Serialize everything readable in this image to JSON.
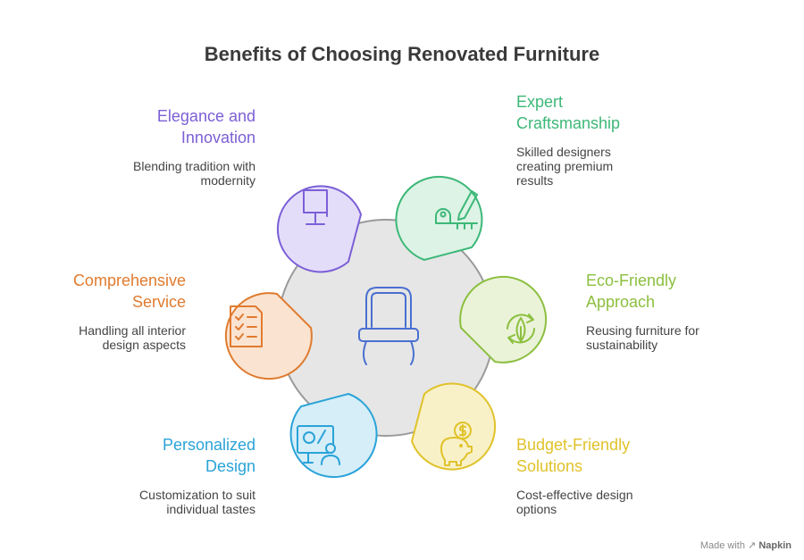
{
  "title": "Benefits of Choosing Renovated Furniture",
  "center": {
    "icon": "chair-icon"
  },
  "benefits": [
    {
      "id": "elegance",
      "label_line1": "Elegance and",
      "label_line2": "Innovation",
      "desc_line1": "Blending tradition with",
      "desc_line2": "modernity",
      "desc_line3": "",
      "icon": "lamp-icon",
      "color": "#7b5fd6",
      "fill": "#e4ddfa"
    },
    {
      "id": "craft",
      "label_line1": "Expert",
      "label_line2": "Craftsmanship",
      "desc_line1": "Skilled designers",
      "desc_line2": "creating premium",
      "desc_line3": "results",
      "icon": "measuring-tape-pencil-icon",
      "color": "#3cb878",
      "fill": "#dcf3e5"
    },
    {
      "id": "service",
      "label_line1": "Comprehensive",
      "label_line2": "Service",
      "desc_line1": "Handling all interior",
      "desc_line2": "design aspects",
      "desc_line3": "",
      "icon": "checklist-icon",
      "color": "#e07b2f",
      "fill": "#fae3d0"
    },
    {
      "id": "eco",
      "label_line1": "Eco-Friendly",
      "label_line2": "Approach",
      "desc_line1": "Reusing furniture for",
      "desc_line2": "sustainability",
      "desc_line3": "",
      "icon": "recycle-leaf-icon",
      "color": "#8cbf3f",
      "fill": "#eaf3d8"
    },
    {
      "id": "personal",
      "label_line1": "Personalized",
      "label_line2": "Design",
      "desc_line1": "Customization to suit",
      "desc_line2": "individual tastes",
      "desc_line3": "",
      "icon": "designer-board-icon",
      "color": "#2aa3d8",
      "fill": "#d6eef8"
    },
    {
      "id": "budget",
      "label_line1": "Budget-Friendly",
      "label_line2": "Solutions",
      "desc_line1": "Cost-effective design",
      "desc_line2": "options",
      "desc_line3": "",
      "icon": "piggy-bank-icon",
      "color": "#e0c22a",
      "fill": "#f8f1c8"
    }
  ],
  "footer": {
    "prefix": "Made with",
    "brand": "Napkin"
  }
}
